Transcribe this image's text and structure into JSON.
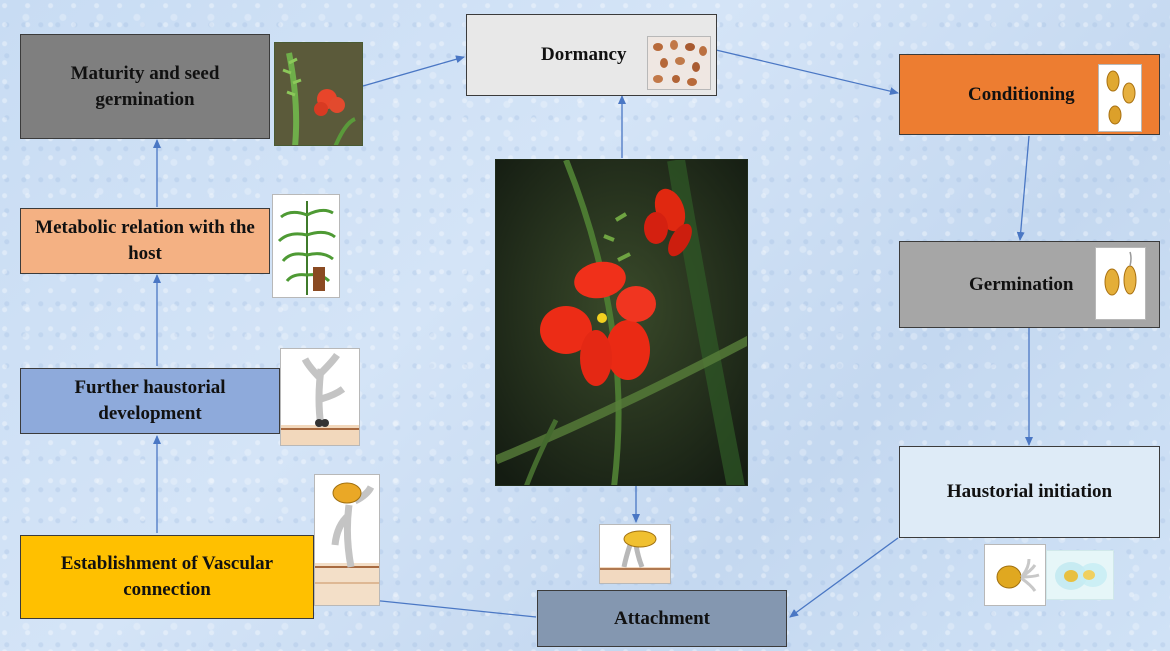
{
  "diagram": {
    "stages": {
      "dormancy": "Dormancy",
      "conditioning": "Conditioning",
      "germination": "Germination",
      "haustorial_initiation": "Haustorial initiation",
      "attachment": "Attachment",
      "vascular": "Establishment of Vascular connection",
      "further_haustorial": "Further haustorial development",
      "metabolic": "Metabolic relation with the host",
      "maturity": "Maturity and seed germination"
    },
    "colors": {
      "dormancy": "#e8e8e8",
      "conditioning": "#ed7d31",
      "germination": "#a6a6a6",
      "haustorial_initiation": "#deebf7",
      "attachment": "#8497b0",
      "vascular": "#ffc000",
      "further_haustorial": "#8eaadb",
      "metabolic": "#f4b183",
      "maturity": "#7f7f7f",
      "arrow": "#4a77c4"
    }
  }
}
